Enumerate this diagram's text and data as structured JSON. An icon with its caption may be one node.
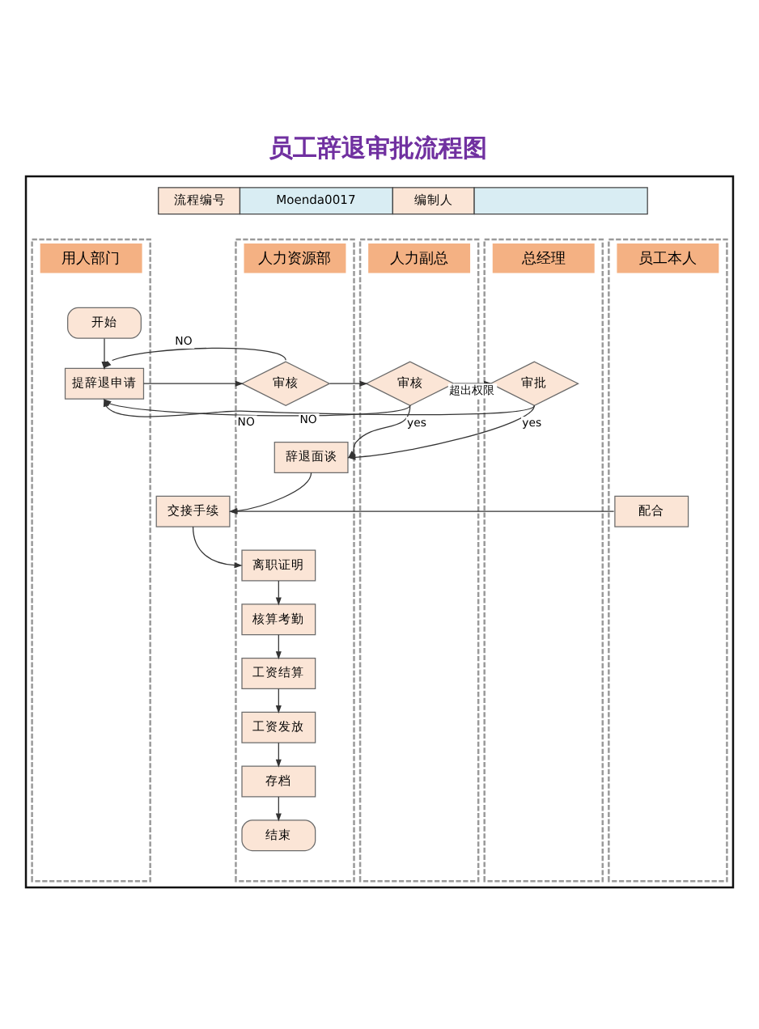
{
  "diagram": {
    "title": "员工辞退审批流程图",
    "nodes": [
      {
        "text": [],
        "shape": "box"
      },
      {
        "text": [
          "用人部门"
        ],
        "in": 0
      },
      {
        "text": [
          "人力资源部"
        ],
        "in": 0
      },
      {
        "text": [
          "人力副总"
        ],
        "in": 0
      },
      {
        "text": [
          "总经理"
        ],
        "in": 0
      },
      {
        "text": [
          "员工本人"
        ],
        "in": 0
      },
      {
        "text": [
          "开始"
        ],
        "in": 1
      },
      {
        "text": [
          "提辞退申请"
        ],
        "in": 1
      },
      {
        "text": [
          "审核"
        ],
        "in": 2
      },
      {
        "text": [
          "审核"
        ],
        "in": 3
      },
      {
        "text": [
          "审批"
        ],
        "in": 4
      },
      {
        "text": [
          "辞退面谈"
        ],
        "in": 2
      },
      {
        "text": [
          "交接手续"
        ],
        "in": 0
      },
      {
        "text": [
          "配合"
        ],
        "in": 5
      },
      {
        "text": [
          "离职证明"
        ],
        "in": 2
      },
      {
        "text": [
          "核算考勤"
        ],
        "in": 2
      },
      {
        "text": [
          "工资结算"
        ],
        "in": 2
      },
      {
        "text": [
          "工资发放"
        ],
        "in": 2
      },
      {
        "text": [
          "存档"
        ],
        "in": 2
      },
      {
        "text": [
          "结束"
        ],
        "in": 2
      }
    ],
    "edges": [
      {
        "from": 6,
        "to": 7,
        "arrow": "to"
      },
      {
        "from": 7,
        "to": 8,
        "arrow": "to"
      },
      {
        "from": 8,
        "to": 9,
        "arrow": "to"
      },
      {
        "from": 9,
        "to": 10,
        "arrow": "to",
        "label": "超出权限"
      },
      {
        "from": 8,
        "to": 7,
        "arrow": "to",
        "label": "NO"
      },
      {
        "from": 9,
        "to": 7,
        "arrow": "to",
        "label": "NO"
      },
      {
        "from": 10,
        "to": 7,
        "arrow": "to",
        "label": "NO"
      },
      {
        "from": 9,
        "to": 11,
        "arrow": "to",
        "label": "yes"
      },
      {
        "from": 10,
        "to": 11,
        "arrow": "to",
        "label": "yes"
      },
      {
        "from": 11,
        "to": 12,
        "arrow": "to"
      },
      {
        "from": 13,
        "to": 12,
        "arrow": "to"
      },
      {
        "from": 12,
        "to": 14,
        "arrow": "to"
      },
      {
        "from": 14,
        "to": 15,
        "arrow": "to"
      },
      {
        "from": 15,
        "to": 16,
        "arrow": "to"
      },
      {
        "from": 16,
        "to": 17,
        "arrow": "to"
      },
      {
        "from": 17,
        "to": 18,
        "arrow": "to"
      },
      {
        "from": 18,
        "to": 19,
        "arrow": "to"
      }
    ],
    "labels": [
      "流程编号",
      "Moenda0017",
      "编制人"
    ]
  }
}
